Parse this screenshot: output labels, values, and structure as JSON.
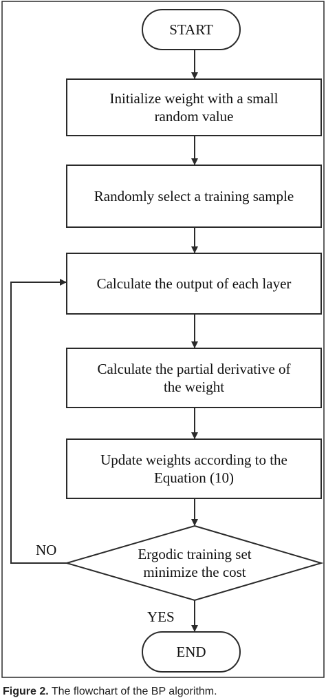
{
  "flowchart": {
    "start": "START",
    "step1": [
      "Initialize weight with a small",
      "random value"
    ],
    "step2": "Randomly select a training sample",
    "step3": "Calculate the output of each layer",
    "step4": [
      "Calculate the partial derivative of",
      "the weight"
    ],
    "step5": [
      "Update weights according to the",
      "Equation (10)"
    ],
    "decision": [
      "Ergodic training set",
      "minimize the cost"
    ],
    "end": "END",
    "no_label": "NO",
    "yes_label": "YES"
  },
  "caption": {
    "prefix": "Figure 2.",
    "text": "The flowchart of the BP algorithm."
  }
}
